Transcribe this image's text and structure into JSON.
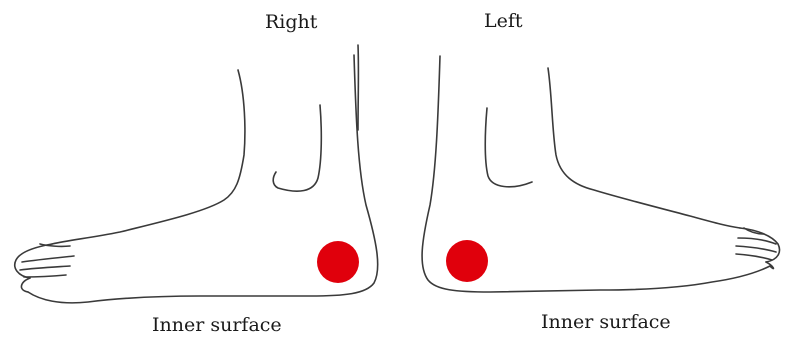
{
  "labels": {
    "right_foot": "Right",
    "left_foot": "Left",
    "right_surface": "Inner surface",
    "left_surface": "Inner surface"
  },
  "colors": {
    "outline": "#3a3a3a",
    "marker": "#e0000c",
    "background": "#ffffff"
  },
  "markers": [
    {
      "foot": "right",
      "description": "red dot on inner heel"
    },
    {
      "foot": "left",
      "description": "red dot on inner heel"
    }
  ]
}
